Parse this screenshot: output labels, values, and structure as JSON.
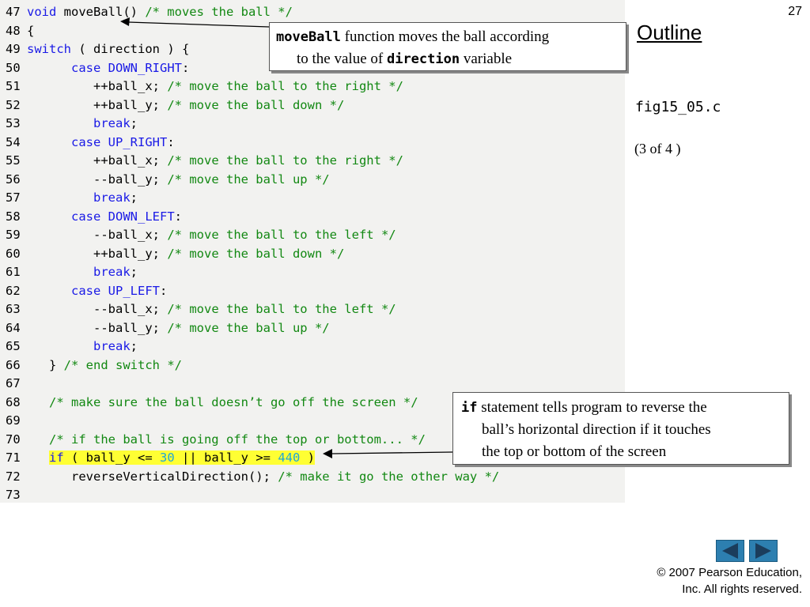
{
  "slide_number": "27",
  "outline_title": "Outline",
  "figure_name": "fig15_05.c",
  "page_indicator": "(3 of 4 )",
  "callouts": {
    "moveball": {
      "code": "moveBall",
      "text1": " function moves the ball according",
      "text2": "to the value of ",
      "code2": "direction",
      "text3": " variable"
    },
    "if_statement": {
      "code": "if",
      "text1": " statement tells program to reverse the",
      "text2": "ball’s horizontal direction if it touches",
      "text3": "the top or bottom of the screen"
    }
  },
  "code_lines": [
    {
      "n": "47",
      "code": "",
      "k1": "void",
      "p1": " moveBall() ",
      "c1": "/* moves the ball */"
    },
    {
      "n": "48",
      "code": "{"
    },
    {
      "n": "49",
      "k1": "switch",
      "p1": " ( direction ) {"
    },
    {
      "n": "50",
      "indent": "      ",
      "k1": "case",
      "p1": " ",
      "const": "DOWN_RIGHT",
      "p2": ":"
    },
    {
      "n": "51",
      "indent": "         ",
      "p1": "++ball_x; ",
      "c1": "/* move the ball to the right */"
    },
    {
      "n": "52",
      "indent": "         ",
      "p1": "++ball_y; ",
      "c1": "/* move the ball down */"
    },
    {
      "n": "53",
      "indent": "         ",
      "k1": "break",
      "p1": ";"
    },
    {
      "n": "54",
      "indent": "      ",
      "k1": "case",
      "p1": " ",
      "const": "UP_RIGHT",
      "p2": ":"
    },
    {
      "n": "55",
      "indent": "         ",
      "p1": "++ball_x; ",
      "c1": "/* move the ball to the right */"
    },
    {
      "n": "56",
      "indent": "         ",
      "p1": "--ball_y; ",
      "c1": "/* move the ball up */"
    },
    {
      "n": "57",
      "indent": "         ",
      "k1": "break",
      "p1": ";"
    },
    {
      "n": "58",
      "indent": "      ",
      "k1": "case",
      "p1": " ",
      "const": "DOWN_LEFT",
      "p2": ":"
    },
    {
      "n": "59",
      "indent": "         ",
      "p1": "--ball_x; ",
      "c1": "/* move the ball to the left */"
    },
    {
      "n": "60",
      "indent": "         ",
      "p1": "++ball_y; ",
      "c1": "/* move the ball down */"
    },
    {
      "n": "61",
      "indent": "         ",
      "k1": "break",
      "p1": ";"
    },
    {
      "n": "62",
      "indent": "      ",
      "k1": "case",
      "p1": " ",
      "const": "UP_LEFT",
      "p2": ":"
    },
    {
      "n": "63",
      "indent": "         ",
      "p1": "--ball_x; ",
      "c1": "/* move the ball to the left */"
    },
    {
      "n": "64",
      "indent": "         ",
      "p1": "--ball_y; ",
      "c1": "/* move the ball up */"
    },
    {
      "n": "65",
      "indent": "         ",
      "k1": "break",
      "p1": ";"
    },
    {
      "n": "66",
      "indent": "   ",
      "p1": "} ",
      "c1": "/* end switch */"
    },
    {
      "n": "67"
    },
    {
      "n": "68",
      "indent": "   ",
      "c1": "/* make sure the ball doesn’t go off the screen */"
    },
    {
      "n": "69"
    },
    {
      "n": "70",
      "indent": "   ",
      "c1": "/* if the ball is going off the top or bottom... */"
    },
    {
      "n": "71",
      "indent": "   ",
      "highlight": true,
      "k1": "if",
      "p1": " ( ball_y <= ",
      "num1": "30",
      "p2": " || ball_y >= ",
      "num2": "440",
      "p3": " )"
    },
    {
      "n": "72",
      "indent": "      ",
      "p1": "reverseVerticalDirection(); ",
      "c1": "/* make it go the other way */"
    },
    {
      "n": "73"
    }
  ],
  "copyright_line1": "© 2007 Pearson Education,",
  "copyright_line2": "Inc.  All rights reserved."
}
